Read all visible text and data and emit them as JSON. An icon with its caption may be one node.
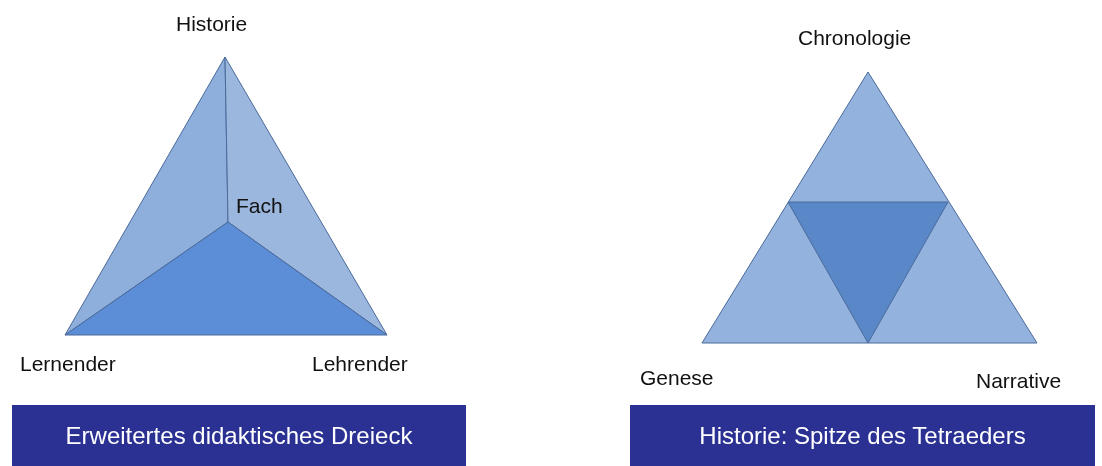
{
  "diagram": {
    "nodes": [
      {
        "text": [
          "Erweitertes didaktisches Dreieck"
        ]
      },
      {
        "text": [
          "Historie: Spitze des Tetraeders"
        ]
      }
    ],
    "labels": [
      "Historie",
      "Chronologie",
      "Fach",
      "Lernender",
      "Lehrender",
      "Genese",
      "Narrative"
    ]
  }
}
